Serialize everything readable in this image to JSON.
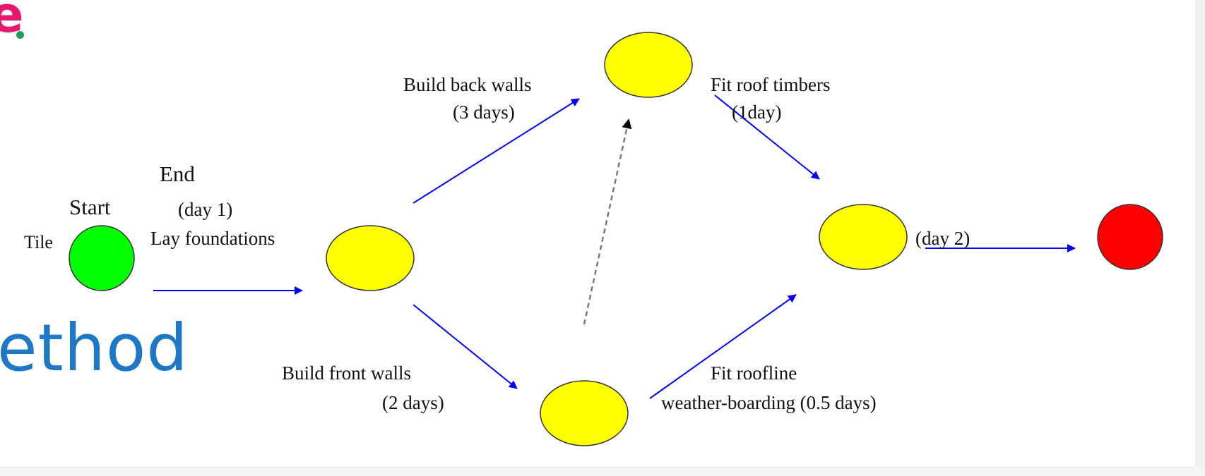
{
  "background_text": {
    "method_fragment": "ethod",
    "letter_fragment": "e",
    "tile_label": "Tile"
  },
  "labels": {
    "start": "Start",
    "end": "End",
    "day1": "(day 1)",
    "lay_foundations": "Lay foundations",
    "build_back_walls": "Build back walls",
    "back_walls_duration": "(3 days)",
    "fit_roof_timbers": "Fit roof timbers",
    "roof_timbers_duration": "(1day)",
    "day2": "(day 2)",
    "build_front_walls": "Build front walls",
    "front_walls_duration": "(2 days)",
    "fit_roofline": "Fit roofline",
    "weather_boarding": "weather-boarding (0.5 days)"
  },
  "colors": {
    "start_node": "#00ff00",
    "task_node": "#ffff00",
    "end_node": "#ff0000",
    "arrow": "#0000ff",
    "dummy_arrow": "#7a7a7a",
    "dummy_head": "#000000",
    "method_text": "#1e78c8",
    "letter_e": "#e8186e",
    "dot": "#1ea050"
  }
}
